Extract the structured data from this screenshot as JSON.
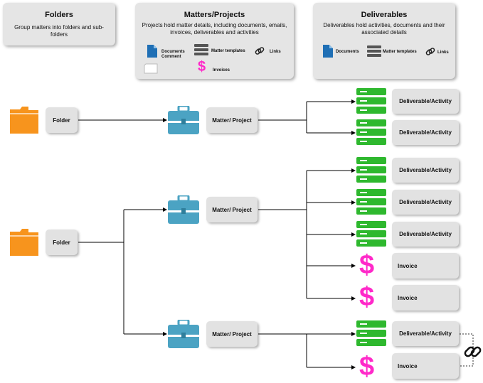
{
  "headers": {
    "folders": {
      "title": "Folders",
      "description": "Group matters into folders and sub-folders"
    },
    "matters": {
      "title": "Matters/Projects",
      "description": "Projects hold matter details, including documents, emails, invoices, deliverables and activities",
      "legend": {
        "documents": "Documents",
        "comment": "Comment",
        "templates": "Matter templates",
        "links": "Links",
        "invoices": "Invoices"
      }
    },
    "deliverables": {
      "title": "Deliverables",
      "description": "Deliverables hold activities, documents and their associated details",
      "legend": {
        "documents": "Documents",
        "templates": "Matter templates",
        "links": "Links"
      }
    }
  },
  "nodes": {
    "folder": "Folder",
    "matter": "Matter/ Project",
    "deliverable": "Deliverable/Activity",
    "invoice": "Invoice"
  },
  "colors": {
    "folder": "#f7941d",
    "briefcase": "#4ba3c3",
    "server": "#2eb82e",
    "dollar": "#ff29c9",
    "document": "#1f6fb5",
    "card": "#e5e5e5"
  }
}
